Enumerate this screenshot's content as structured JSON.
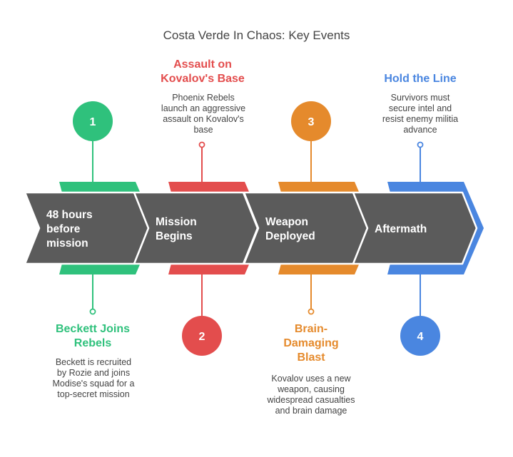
{
  "title": "Costa Verde In Chaos: Key Events",
  "colors": {
    "green": "#2fc17c",
    "red": "#e34d4d",
    "orange": "#e58a2c",
    "blue": "#4a86e0",
    "arrow_fill": "#5b5b5b",
    "text_dark": "#444444"
  },
  "steps": [
    {
      "number": "1",
      "arrow_label": [
        "48 hours",
        "before",
        "mission"
      ],
      "event_title": "Beckett Joins Rebels",
      "event_desc": "Beckett is recruited by Rozie and joins Modise's squad for a top-secret mission"
    },
    {
      "number": "2",
      "arrow_label": [
        "Mission",
        "Begins"
      ],
      "event_title": "Assault on Kovalov's Base",
      "event_desc": "Phoenix Rebels launch an aggressive assault on Kovalov's base"
    },
    {
      "number": "3",
      "arrow_label": [
        "Weapon",
        "Deployed"
      ],
      "event_title": "Brain-Damaging Blast",
      "event_desc": "Kovalov uses a new weapon, causing widespread casualties and brain damage"
    },
    {
      "number": "4",
      "arrow_label": [
        "Aftermath"
      ],
      "event_title": "Hold the Line",
      "event_desc": "Survivors must secure intel and resist enemy militia advance"
    }
  ]
}
